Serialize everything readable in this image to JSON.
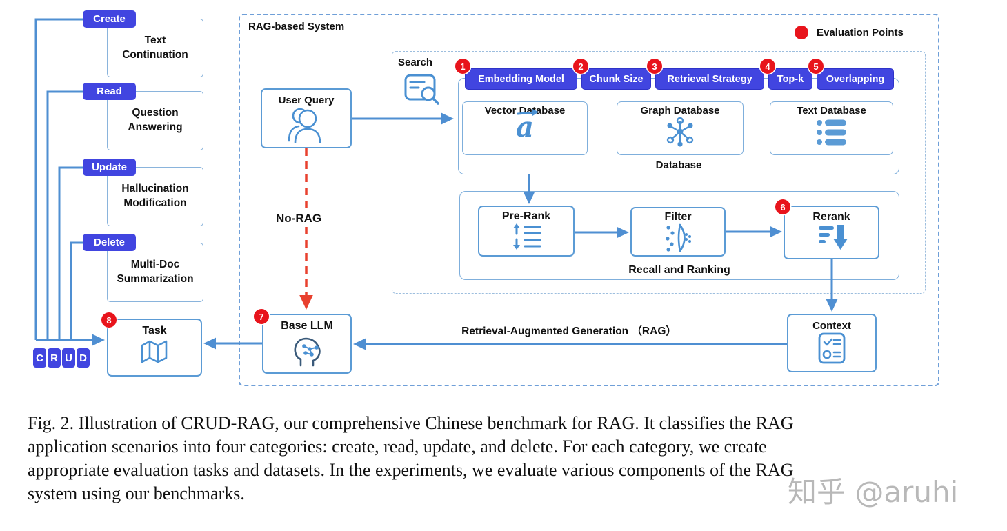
{
  "diagram": {
    "system_title": "RAG-based System",
    "legend": {
      "label": "Evaluation Points"
    },
    "crud": {
      "categories": [
        {
          "badge": "Create",
          "task": "Text Continuation"
        },
        {
          "badge": "Read",
          "task": "Question Answering"
        },
        {
          "badge": "Update",
          "task": "Hallucination Modification"
        },
        {
          "badge": "Delete",
          "task": "Multi-Doc Summarization"
        }
      ],
      "letters": [
        "C",
        "R",
        "U",
        "D"
      ],
      "task_box": {
        "label": "Task",
        "point": "8"
      }
    },
    "user_query": {
      "label": "User Query"
    },
    "no_rag_label": "No-RAG",
    "search_section": {
      "label": "Search"
    },
    "pills": [
      {
        "label": "Embedding Model",
        "point": "1"
      },
      {
        "label": "Chunk Size",
        "point": "2"
      },
      {
        "label": "Retrieval Strategy",
        "point": "3"
      },
      {
        "label": "Top-k",
        "point": "4"
      },
      {
        "label": "Overlapping",
        "point": "5"
      }
    ],
    "database_section": {
      "label": "Database",
      "items": [
        {
          "label": "Vector Database"
        },
        {
          "label": "Graph Database"
        },
        {
          "label": "Text Database"
        }
      ]
    },
    "recall_section": {
      "label": "Recall and Ranking",
      "items": [
        {
          "label": "Pre-Rank"
        },
        {
          "label": "Filter"
        },
        {
          "label": "Rerank",
          "point": "6"
        }
      ]
    },
    "base_llm": {
      "label": "Base LLM",
      "point": "7"
    },
    "context": {
      "label": "Context"
    },
    "rag_arrow_label": "Retrieval-Augmented Generation （RAG）",
    "icons": {
      "vector_glyph": "a"
    },
    "colors": {
      "tag_blue": "#4145e0",
      "box_border_blue": "#5b9bd5",
      "arrow_blue": "#4f8fd2",
      "evaluation_red": "#e8141c",
      "no_rag_red": "#e8402e"
    }
  },
  "caption": {
    "lines": [
      "Fig. 2.  Illustration of CRUD-RAG, our comprehensive Chinese benchmark for RAG. It classifies the RAG",
      "application scenarios into four categories: create, read, update, and delete. For each category, we create",
      "appropriate evaluation tasks and datasets. In the experiments, we evaluate various components of the RAG",
      "system using our benchmarks."
    ]
  },
  "watermark": "知乎 @aruhi"
}
